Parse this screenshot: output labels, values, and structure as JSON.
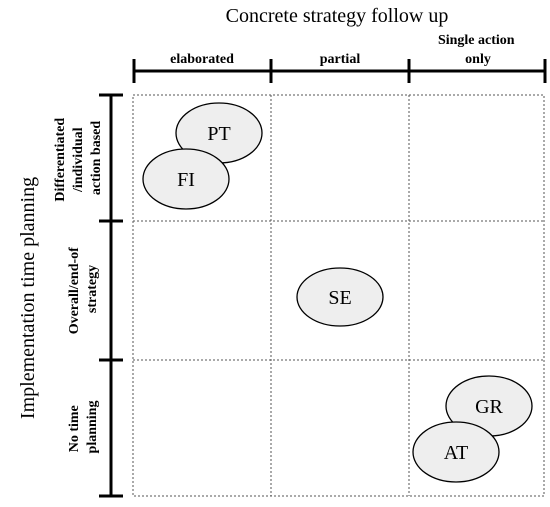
{
  "title": "Concrete strategy follow up",
  "side_title": "Implementation time planning",
  "columns": [
    {
      "lines": [
        "elaborated"
      ]
    },
    {
      "lines": [
        "partial"
      ]
    },
    {
      "lines": [
        "Single action",
        "only"
      ]
    }
  ],
  "rows": [
    {
      "lines": [
        "Differentiated",
        "/individual",
        "action based"
      ]
    },
    {
      "lines": [
        "Overall/end-of",
        "strategy"
      ]
    },
    {
      "lines": [
        "No time",
        "planning"
      ]
    }
  ],
  "bubbles": [
    {
      "label": "PT",
      "col": 0,
      "row": 0
    },
    {
      "label": "FI",
      "col": 0,
      "row": 0
    },
    {
      "label": "SE",
      "col": 1,
      "row": 1
    },
    {
      "label": "GR",
      "col": 2,
      "row": 2
    },
    {
      "label": "AT",
      "col": 2,
      "row": 2
    }
  ],
  "colors": {
    "bubble_fill": "#eeeeee",
    "line": "#000000",
    "grid": "#555555"
  }
}
